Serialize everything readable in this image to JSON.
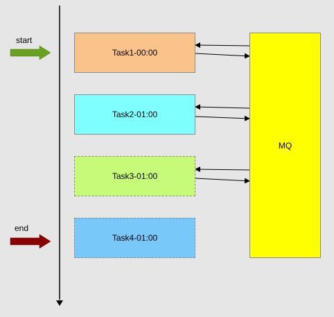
{
  "diagram": {
    "start_label": "start",
    "end_label": "end",
    "tasks": [
      {
        "label": "Task1-00:00"
      },
      {
        "label": "Task2-01:00"
      },
      {
        "label": "Task3-01:00"
      },
      {
        "label": "Task4-01:00"
      }
    ],
    "queue_label": "MQ",
    "colors": {
      "start_arrow": "#6aa121",
      "end_arrow": "#8b0000",
      "task1": "#fac38c",
      "task2": "#7fffff",
      "task3": "#c6fa78",
      "task4": "#78c8fa",
      "queue": "#ffff00"
    }
  }
}
